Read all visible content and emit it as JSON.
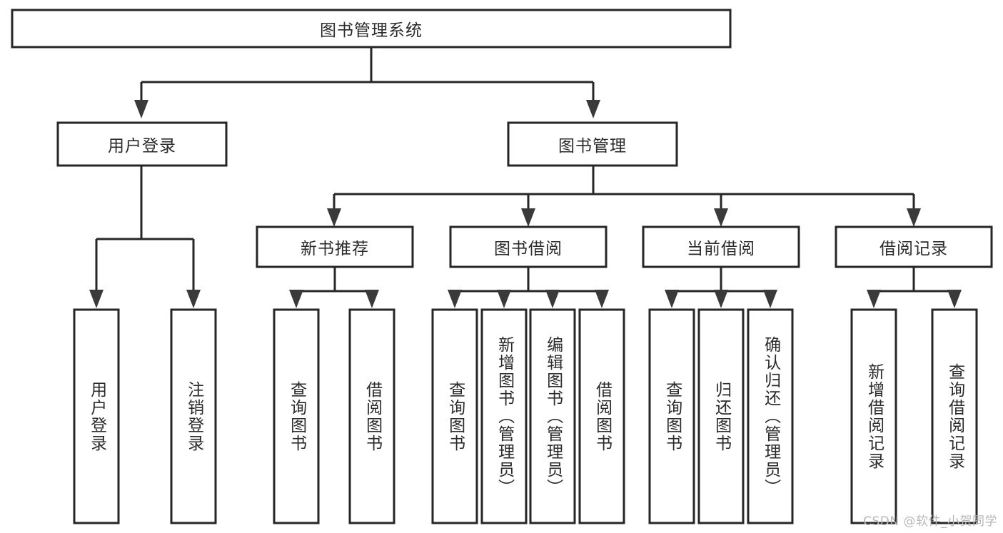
{
  "diagram": {
    "type": "tree",
    "title": "图书管理系统",
    "orientation": "top-down",
    "background_color": "#ffffff",
    "node_border_color": "#262626",
    "node_fill_color": "#ffffff",
    "edge_color": "#262626",
    "text_color": "#2b2b2b"
  },
  "root": {
    "label": "图书管理系统"
  },
  "level2": {
    "user_login": {
      "label": "用户登录"
    },
    "book_manage": {
      "label": "图书管理"
    }
  },
  "level3": {
    "new_book_recommend": {
      "label": "新书推荐"
    },
    "book_borrow": {
      "label": "图书借阅"
    },
    "current_borrow": {
      "label": "当前借阅"
    },
    "borrow_record": {
      "label": "借阅记录"
    }
  },
  "leaves": {
    "user_login_children": [
      {
        "label": "用户登录"
      },
      {
        "label": "注销登录"
      }
    ],
    "new_book_recommend_children": [
      {
        "label": "查询图书"
      },
      {
        "label": "借阅图书"
      }
    ],
    "book_borrow_children": [
      {
        "label": "查询图书"
      },
      {
        "label": "新增图书（管理员）"
      },
      {
        "label": "编辑图书（管理员）"
      },
      {
        "label": "借阅图书"
      }
    ],
    "current_borrow_children": [
      {
        "label": "查询图书"
      },
      {
        "label": "归还图书"
      },
      {
        "label": "确认归还（管理员）"
      }
    ],
    "borrow_record_children": [
      {
        "label": "新增借阅记录"
      },
      {
        "label": "查询借阅记录"
      }
    ]
  },
  "watermark": {
    "text": "CSDN @软件_小贺同学"
  }
}
